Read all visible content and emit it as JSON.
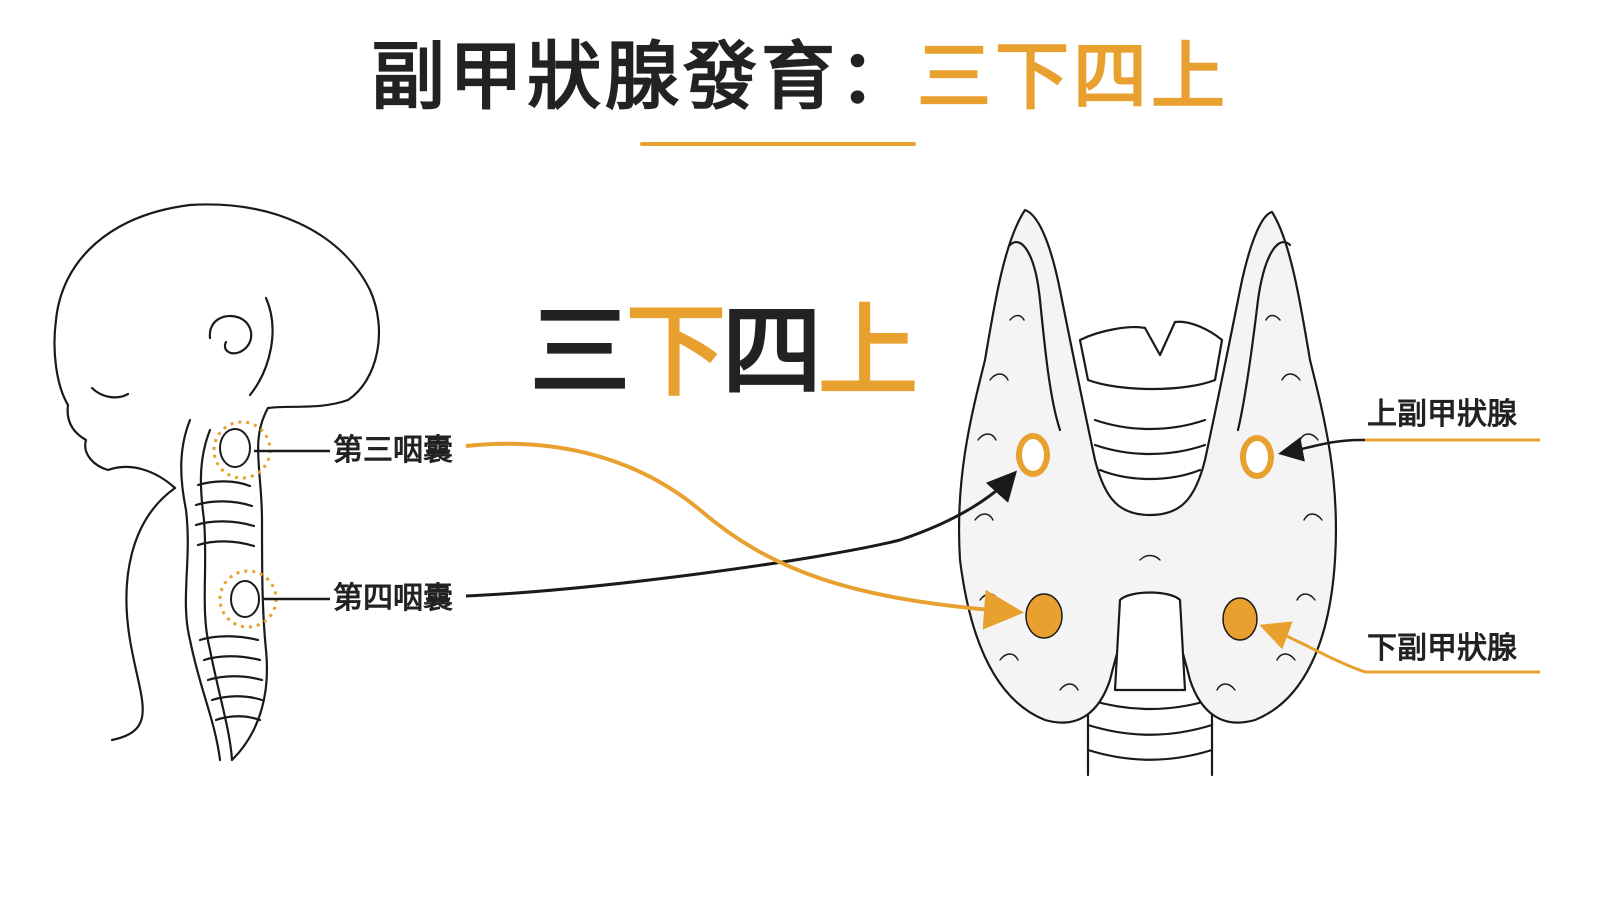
{
  "title": {
    "main": "副甲狀腺發育",
    "colon": "：",
    "highlight": "三下四上"
  },
  "mnemonic": [
    "三",
    "下",
    "四",
    "上"
  ],
  "labels": {
    "third_pouch": "第三咽囊",
    "fourth_pouch": "第四咽囊",
    "superior": "上副甲狀腺",
    "inferior": "下副甲狀腺"
  },
  "colors": {
    "accent": "#E8A02F",
    "dark": "#222222",
    "line": "#1a1a1a"
  }
}
